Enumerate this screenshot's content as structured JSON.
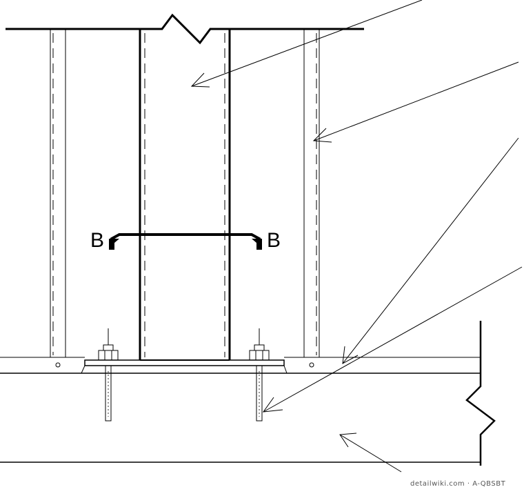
{
  "section_marker": {
    "left_label": "B",
    "right_label": "B"
  },
  "credit": {
    "text": "detailwiki.com · A-QBSBT"
  },
  "colors": {
    "line": "#000000",
    "background": "#ffffff",
    "credit": "#555555"
  }
}
